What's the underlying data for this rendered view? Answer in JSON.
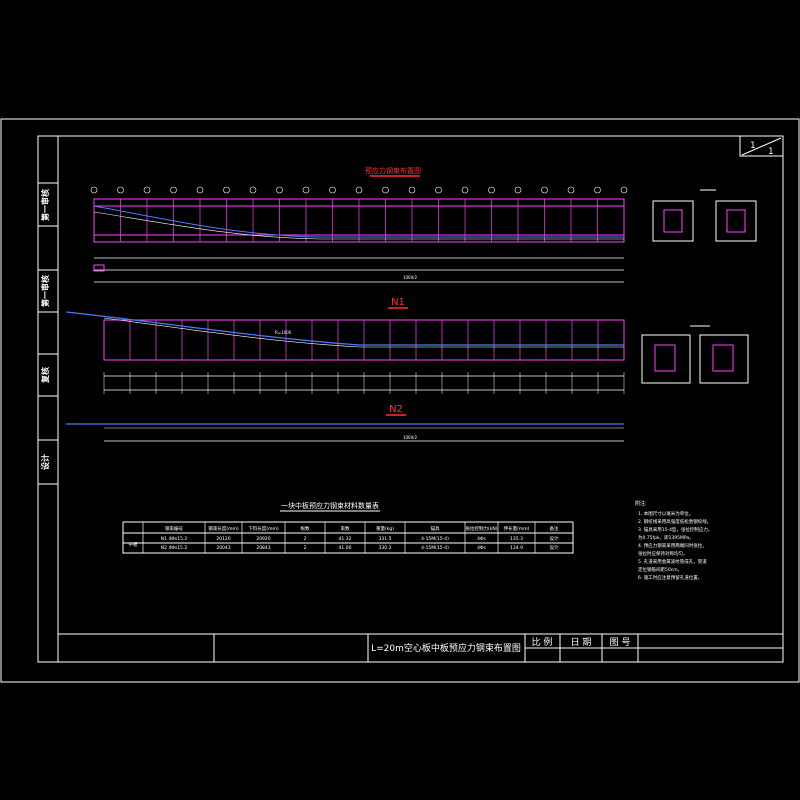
{
  "sheet": {
    "page_index": "1",
    "page_total": "1"
  },
  "side_labels": [
    "第一审核",
    "第一审核",
    "复核",
    "设计"
  ],
  "plan": {
    "title": "预应力钢束布置图",
    "total_label": "1000/2"
  },
  "elevation": {
    "label_n1": "N1",
    "label_n2": "N2",
    "total_label": "1000/2",
    "curve_label": "R=1000"
  },
  "table": {
    "title": "一块中板预应力钢束材料数量表",
    "headers": [
      "钢束编号",
      "钢束长度(mm)",
      "下料长度(mm)",
      "根数",
      "束数",
      "重量(kg)",
      "锚具",
      "张拉控制力(kN)",
      "伸长量(mm)",
      "备注"
    ],
    "row_group": "中板",
    "rows": [
      [
        "N1 4Φs15.2",
        "20120",
        "20920",
        "2",
        "41.32",
        "331.5",
        "4-15M(15-4)",
        "4Φs",
        "135.3",
        "设计"
      ],
      [
        "N2 4Φs15.2",
        "20043",
        "20843",
        "2",
        "41.00",
        "330.2",
        "4-15M(15-4)",
        "4Φs",
        "134.9",
        "设计"
      ]
    ]
  },
  "notes": {
    "heading": "附注:",
    "items": [
      "1. 本图尺寸以毫米为单位。",
      "2. 钢绞线采用高强度低松弛钢绞线。",
      "3. 锚具采用15-4型，张拉控制应力。",
      "   为0.75fpk，即1395MPa。",
      "4. 预应力钢束采用两端同时张拉，",
      "   张拉时应保持对称均匀。",
      "5. 孔道采用金属波纹管成孔，管道",
      "   定位钢筋间距50cm。",
      "6. 施工时应注意预留孔道位置。"
    ]
  },
  "title_block": {
    "drawing_title": "L=20m空心板中板预应力钢束布置图",
    "scale_label": "比 例",
    "date_label": "日 期",
    "number_label": "图 号"
  },
  "colors": {
    "background": "#000000",
    "frame": "#ffffff",
    "beam": "#ff40ff",
    "tendon": "#4a7bff",
    "highlight": "#ff3030"
  }
}
